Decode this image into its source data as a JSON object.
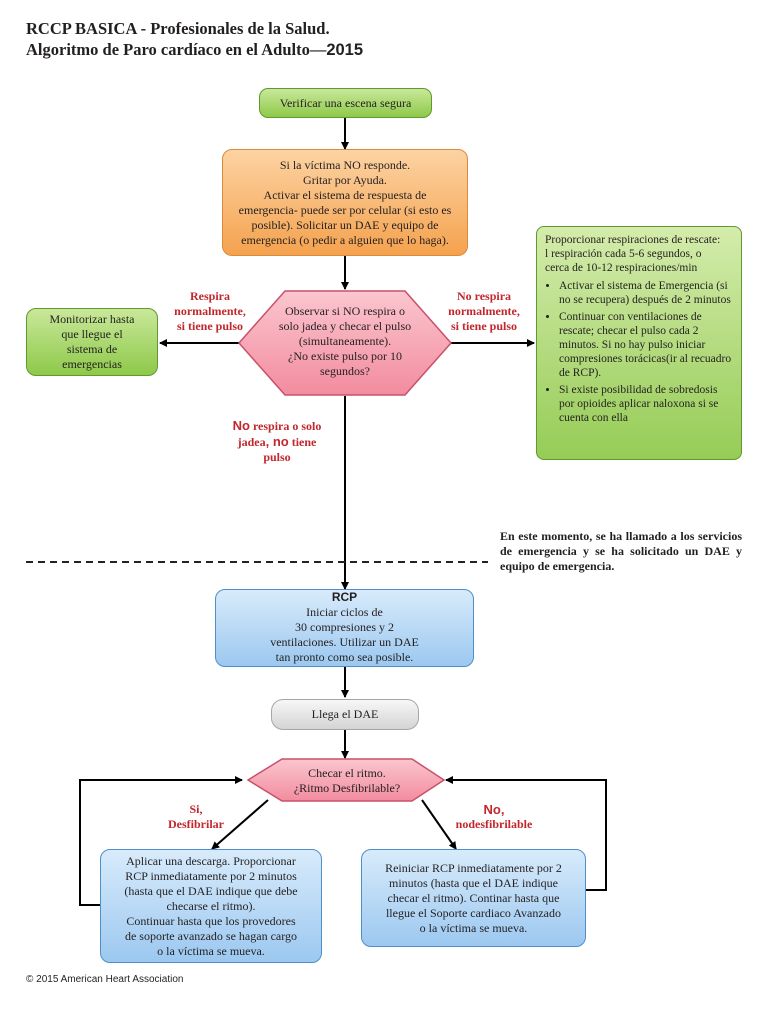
{
  "title": {
    "line1": "RCCP BASICA -  Profesionales de la Salud.",
    "line2_text": "Algoritmo de Paro cardíaco en el Adulto—",
    "line2_year": "2015"
  },
  "nodes": {
    "scene": "Verificar una escena segura",
    "respond": [
      "Si la víctima NO responde.",
      "Gritar por Ayuda.",
      "Activar el sistema de respuesta de",
      "emergencia- puede ser por celular (si esto es",
      "posible). Solicitar un DAE y equipo de",
      "emergencia  (o pedir a alguien que lo haga)."
    ],
    "observe": [
      "Observar si NO respira o",
      "solo jadea y checar el pulso",
      "(simultaneamente).",
      "¿No existe pulso por 10",
      "segundos?"
    ],
    "monitor": [
      "Monitorizar hasta",
      "que llegue el",
      "sistema de",
      "emergencias"
    ],
    "rescue": {
      "intro": [
        "Proporcionar respiraciones de rescate:",
        "l respiración cada 5-6 segundos, o",
        "cerca de 10-12 respiraciones/min"
      ],
      "bullets": [
        "Activar el sistema de Emergencia (si no se recupera) después de 2 minutos",
        "Continuar con ventilaciones de rescate; checar el pulso cada 2 minutos.  Si no hay pulso iniciar compresiones torácicas(ir al recuadro de RCP).",
        "Si existe posibilidad de sobredosis por opioides aplicar naloxona si se cuenta con ella"
      ]
    },
    "rcp": {
      "heading": "RCP",
      "lines": [
        "Iniciar ciclos de",
        "30 compresiones y 2",
        "ventilaciones. Utilizar un DAE",
        "tan pronto como sea posible."
      ]
    },
    "dae": "Llega el DAE",
    "rhythm": [
      "Checar el ritmo.",
      "¿Ritmo Desfibrilable?"
    ],
    "shock": [
      "Aplicar una descarga. Proporcionar",
      "RCP inmediatamente por 2 minutos",
      "(hasta que el DAE indique que debe",
      "checarse el ritmo).",
      "Continuar hasta que los provedores",
      "de soporte avanzado se hagan cargo",
      "o la víctima se mueva."
    ],
    "noshock": [
      "Reiniciar RCP inmediatamente por 2",
      "minutos (hasta que el DAE indique",
      "checar el ritmo).   Continar hasta que",
      "llegue el Soporte cardiaco Avanzado",
      "o la víctima se mueva."
    ]
  },
  "labels": {
    "breathing_left": [
      "Respira",
      "normalmente,",
      "si tiene pulso"
    ],
    "breathing_right": [
      "No respira",
      "normalmente,",
      "si tiene pulso"
    ],
    "not_breathing": {
      "w1": "No",
      "t1": " respira o solo",
      "t2a": "jadea",
      "w2": ", no",
      "t2b": " tiene",
      "t3": "pulso"
    },
    "yes": [
      "Si,",
      "Desfibrilar"
    ],
    "no": [
      "No,",
      "nodesfibrilable"
    ]
  },
  "note": "En este momento, se ha llamado a los servicios de emergencia y se ha solicitado un DAE y equipo de emergencia.",
  "copyright": "© 2015 American Heart Association",
  "colors": {
    "red_label": "#c1272d",
    "hexagon_fill": "#f7a6b4",
    "hexagon_stroke": "#c9506a"
  }
}
